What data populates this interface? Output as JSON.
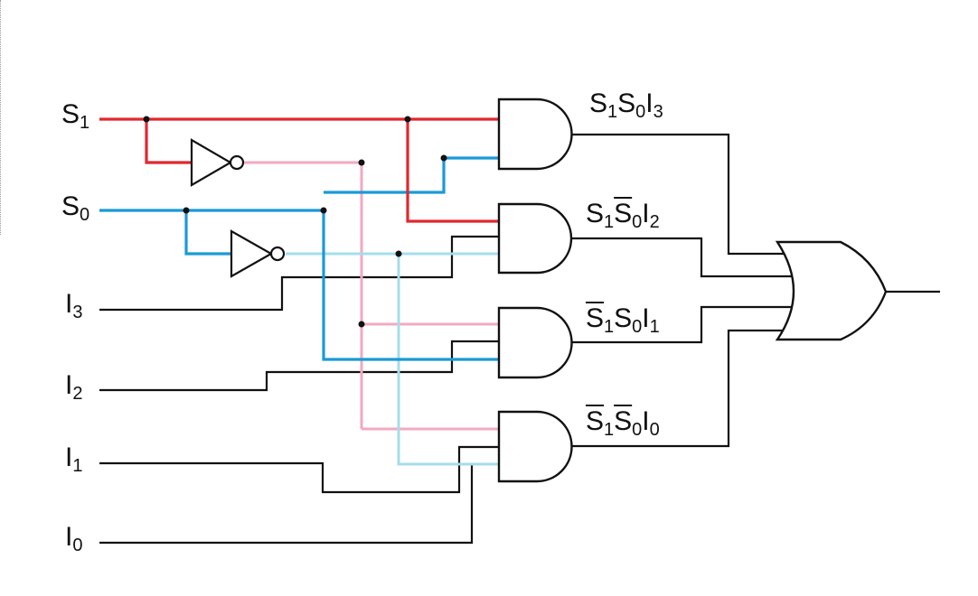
{
  "colors": {
    "s1": "#e0282e",
    "s0": "#1a9ad6",
    "s1_not": "#f2a9c2",
    "s0_not": "#a6dcec",
    "black": "#111111"
  },
  "inputs": {
    "s1": {
      "base": "S",
      "sub": "1"
    },
    "s0": {
      "base": "S",
      "sub": "0"
    },
    "i3": {
      "base": "I",
      "sub": "3"
    },
    "i2": {
      "base": "I",
      "sub": "2"
    },
    "i1": {
      "base": "I",
      "sub": "1"
    },
    "i0": {
      "base": "I",
      "sub": "0"
    }
  },
  "terms": {
    "t3": [
      {
        "base": "S",
        "sub": "1",
        "bar": false
      },
      {
        "base": "S",
        "sub": "0",
        "bar": false
      },
      {
        "base": "I",
        "sub": "3",
        "bar": false
      }
    ],
    "t2": [
      {
        "base": "S",
        "sub": "1",
        "bar": false
      },
      {
        "base": "S",
        "sub": "0",
        "bar": true
      },
      {
        "base": "I",
        "sub": "2",
        "bar": false
      }
    ],
    "t1": [
      {
        "base": "S",
        "sub": "1",
        "bar": true
      },
      {
        "base": "S",
        "sub": "0",
        "bar": false
      },
      {
        "base": "I",
        "sub": "1",
        "bar": false
      }
    ],
    "t0": [
      {
        "base": "S",
        "sub": "1",
        "bar": true
      },
      {
        "base": "S",
        "sub": "0",
        "bar": true
      },
      {
        "base": "I",
        "sub": "0",
        "bar": false
      }
    ]
  }
}
